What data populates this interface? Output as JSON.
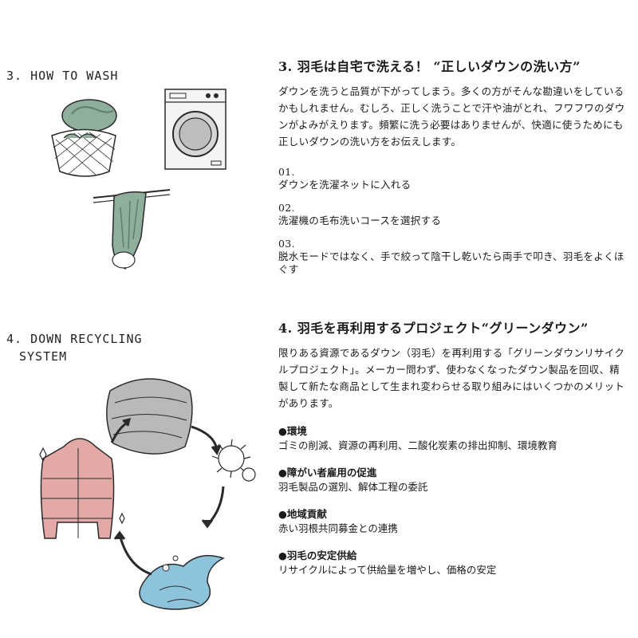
{
  "wash": {
    "label": "3. HOW TO WASH",
    "heading": "3. 羽毛は自宅で洗える！ “正しいダウンの洗い方”",
    "intro": "ダウンを洗うと品質が下がってしまう。多くの方がそんな勘違いをしているかもしれません。むしろ、正しく洗うことで汗や油がとれ、フワフワのダウンがよみがえります。頻繁に洗う必要はありませんが、快適に使うためにも正しいダウンの洗い方をお伝えします。",
    "steps": [
      {
        "num": "01.",
        "text": "ダウンを洗濯ネットに入れる"
      },
      {
        "num": "02.",
        "text": "洗濯機の毛布洗いコースを選択する"
      },
      {
        "num": "03.",
        "text": "脱水モードではなく、手で絞って陰干し乾いたら両手で叩き、羽毛をよくほぐす"
      }
    ]
  },
  "recycle": {
    "label_line1": "4. DOWN RECYCLING",
    "label_line2": "SYSTEM",
    "heading": "4. 羽毛を再利用するプロジェクト“グリーンダウン”",
    "intro": "限りある資源であるダウン（羽毛）を再利用する「グリーンダウンリサイクルプロジェクト」。メーカー問わず、使わなくなったダウン製品を回収、精製して新たな商品として生まれ変わらせる取り組みにはいくつかのメリットがあります。",
    "benefits": [
      {
        "title": "●環境",
        "text": "ゴミの削減、資源の再利用、二酸化炭素の排出抑制、環境教育"
      },
      {
        "title": "●障がい者雇用の促進",
        "text": "羽毛製品の選別、解体工程の委託"
      },
      {
        "title": "●地域貢献",
        "text": "赤い羽根共同募金との連携"
      },
      {
        "title": "●羽毛の安定供給",
        "text": "リサイクルによって供給量を増やし、価格の安定"
      }
    ]
  },
  "colors": {
    "down_green": "#8fae9c",
    "jacket_pink": "#e3a9a6",
    "jacket_gray": "#b9b9b9",
    "water_blue": "#8ec3dc",
    "ink": "#2a2a2a"
  },
  "icons": [
    "laundry-net-icon",
    "washing-machine-icon",
    "hanging-down-icon",
    "gray-jacket-icon",
    "down-feathers-icon",
    "water-splash-icon",
    "pink-jacket-icon",
    "cycle-arrow-icon"
  ]
}
